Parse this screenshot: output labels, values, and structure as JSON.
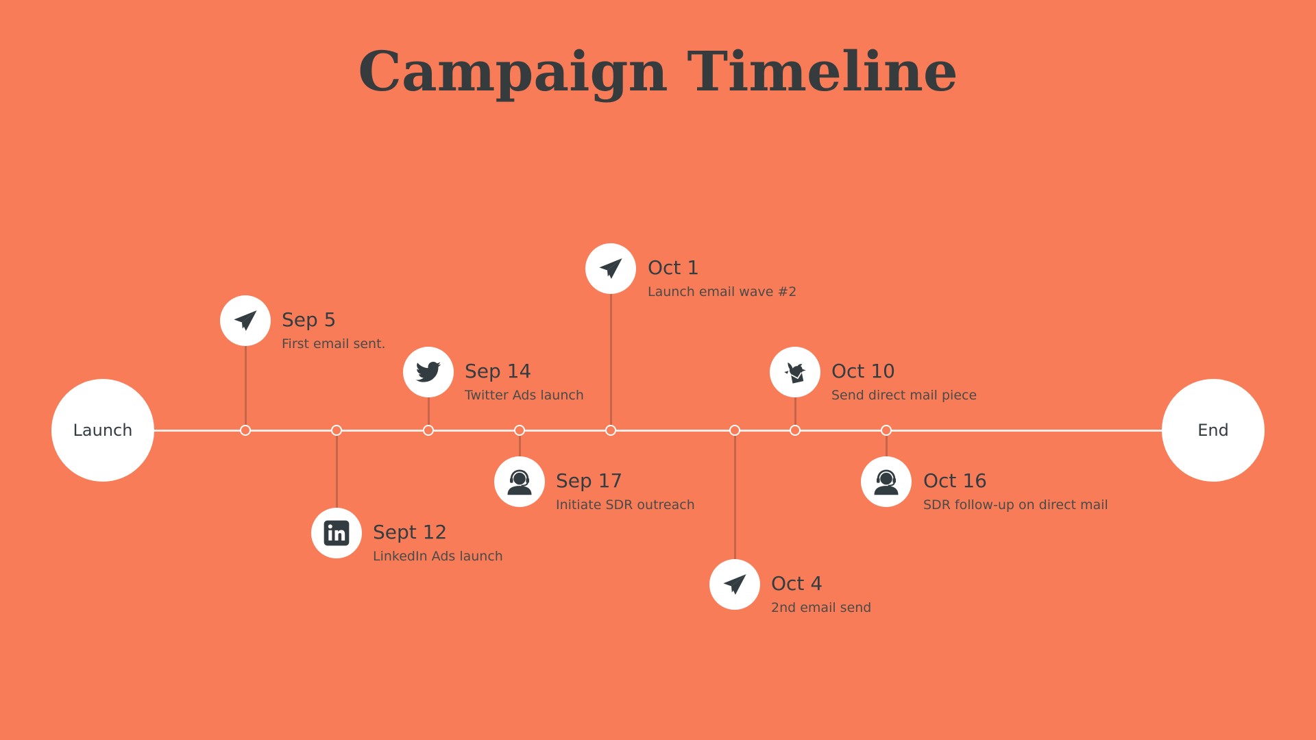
{
  "title": "Campaign Timeline",
  "start_label": "Launch",
  "end_label": "End",
  "colors": {
    "background": "#F87C57",
    "axis": "#F6EDE8",
    "stem": "#C6654A",
    "icon": "#333C40",
    "text": "#333C40"
  },
  "events": [
    {
      "date": "Sep 5",
      "description": "First email sent.",
      "icon": "paper-plane-icon"
    },
    {
      "date": "Sept 12",
      "description": "LinkedIn Ads launch",
      "icon": "linkedin-icon"
    },
    {
      "date": "Sep 14",
      "description": "Twitter Ads launch",
      "icon": "twitter-bird-icon"
    },
    {
      "date": "Sep 17",
      "description": "Initiate SDR outreach",
      "icon": "headset-person-icon"
    },
    {
      "date": "Oct 1",
      "description": "Launch email wave #2",
      "icon": "paper-plane-icon"
    },
    {
      "date": "Oct 4",
      "description": "2nd email send",
      "icon": "paper-plane-icon"
    },
    {
      "date": "Oct 10",
      "description": "Send direct mail piece",
      "icon": "bird-letter-icon"
    },
    {
      "date": "Oct 16",
      "description": "SDR follow-up on direct mail",
      "icon": "headset-person-icon"
    }
  ]
}
